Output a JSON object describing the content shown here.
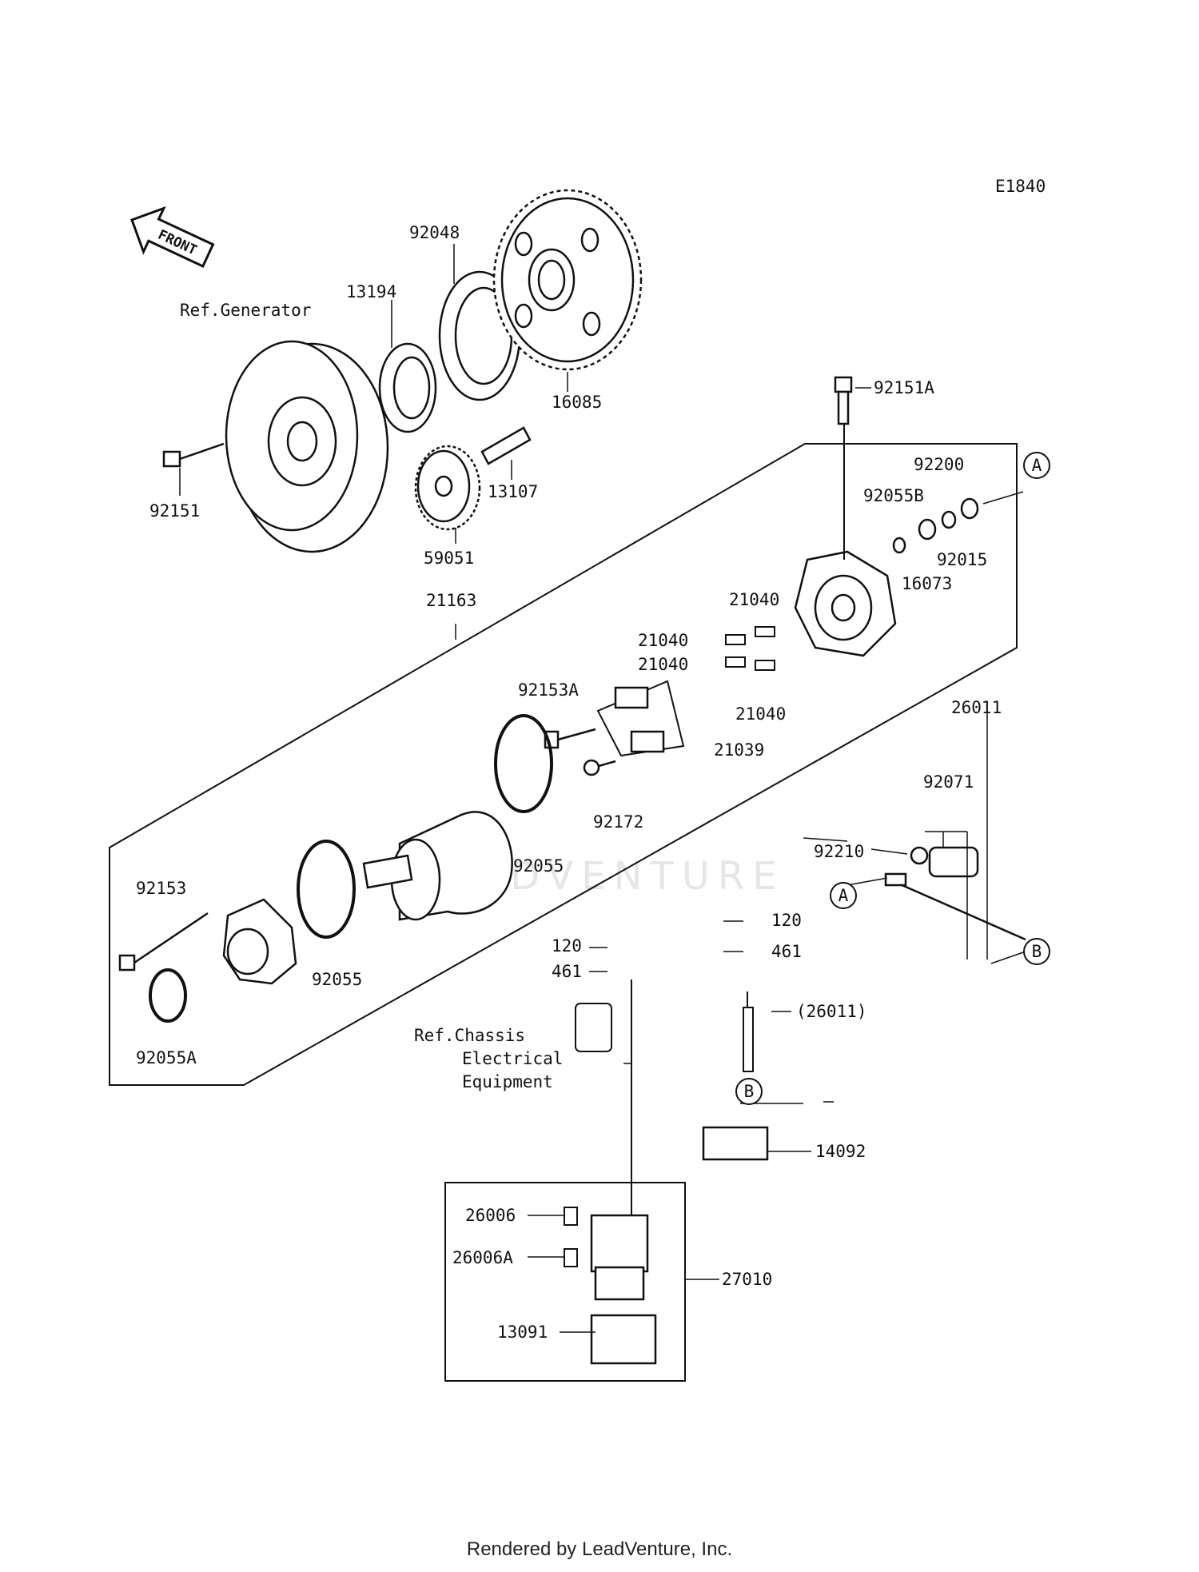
{
  "diagram": {
    "code": "E1840",
    "direction_marker": "FRONT",
    "watermark": "LEADVENTURE",
    "references": {
      "generator": "Ref.Generator",
      "chassis_line1": "Ref.Chassis",
      "chassis_line2": "Electrical",
      "chassis_line3": "Equipment"
    },
    "callouts": {
      "A": "A",
      "B": "B"
    },
    "part_labels": [
      "92048",
      "13194",
      "16085",
      "92151",
      "59051",
      "13107",
      "92151A",
      "92200",
      "92055B",
      "92015",
      "16073",
      "21163",
      "21040",
      "21040",
      "21040",
      "21040",
      "92153A",
      "21039",
      "92172",
      "92055",
      "92153",
      "92055",
      "92055A",
      "26011",
      "92071",
      "92210",
      "120",
      "461",
      "120",
      "461",
      "(26011)",
      "14092",
      "26006",
      "26006A",
      "27010",
      "13091"
    ]
  },
  "footer": {
    "text": "Rendered by LeadVenture, Inc."
  }
}
